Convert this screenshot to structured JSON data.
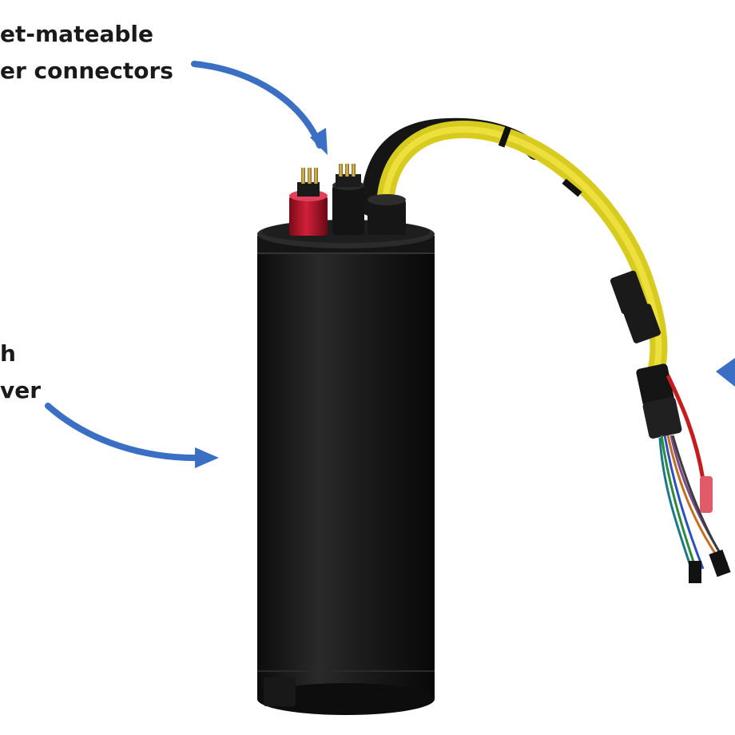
{
  "annotations": {
    "top_label_line1": "et-mateable",
    "top_label_line2": "er connectors",
    "left_label_line1": "h",
    "left_label_line2": "ver"
  },
  "colors": {
    "arrow": "#3a6fc4",
    "housing": "#1c1c1c",
    "cable_yellow": "#e8dc2a",
    "cable_black": "#151515",
    "cap_red": "#b8132a",
    "wire_red": "#c41d1d"
  }
}
